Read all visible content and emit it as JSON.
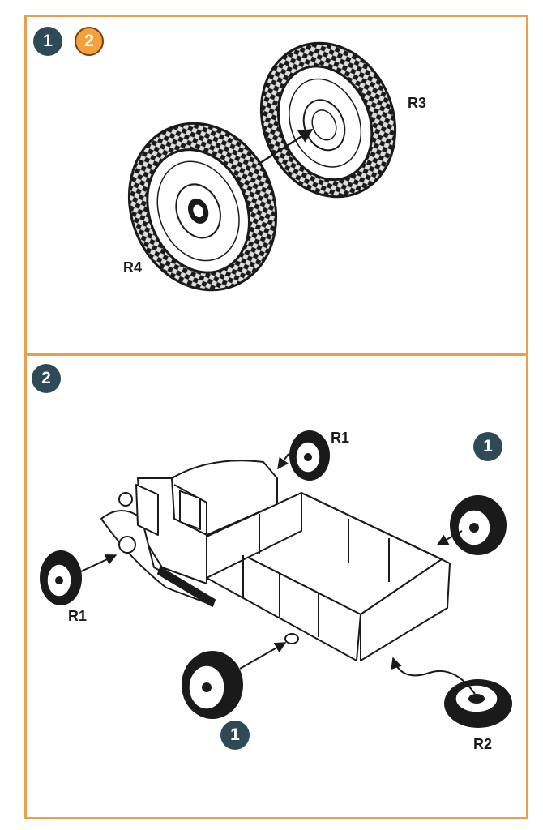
{
  "step1": {
    "badge": "1",
    "sub_badge": "2",
    "labels": {
      "r3": "R3",
      "r4": "R4"
    }
  },
  "step2": {
    "badge": "2",
    "labels": {
      "r1_top": "R1",
      "r1_left": "R1",
      "r2": "R2"
    },
    "ref_badges": [
      "1",
      "1"
    ]
  },
  "colors": {
    "frame": "#e8a04a",
    "badge": "#2f4a57",
    "sub_badge": "#f4a13c",
    "line": "#1a1a1a"
  }
}
